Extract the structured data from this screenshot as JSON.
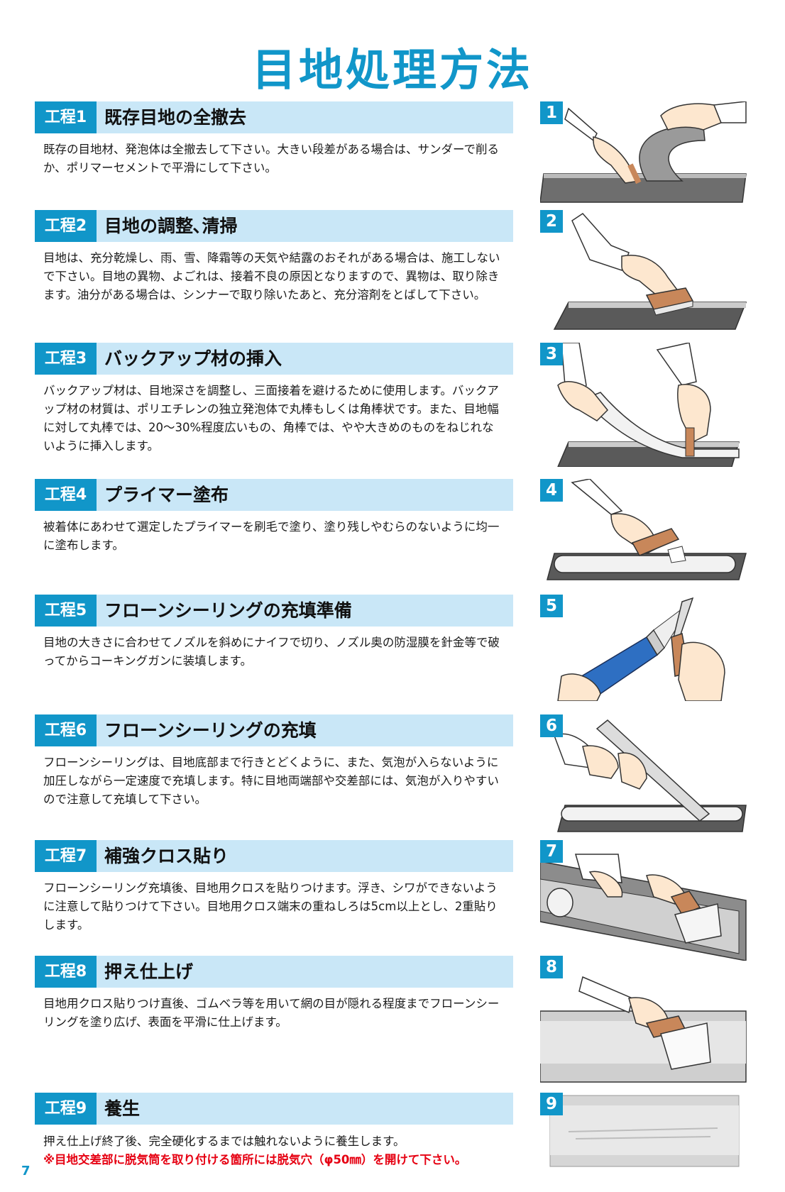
{
  "title": "目地処理方法",
  "page_number": "7",
  "accent_color": "#1196c9",
  "bar_color": "#c9e7f7",
  "warning_color": "#e60012",
  "steps": [
    {
      "label": "工程1",
      "title": "既存目地の全撤去",
      "desc": "既存の目地材、発泡体は全撤去して下さい。大きい段差がある場合は、サンダーで削るか、ポリマーセメントで平滑にして下さい。",
      "num": "1"
    },
    {
      "label": "工程2",
      "title": "目地の調整､清掃",
      "desc": "目地は、充分乾燥し、雨、雪、降霜等の天気や結露のおそれがある場合は、施工しないで下さい。目地の異物、よごれは、接着不良の原因となりますので、異物は、取り除きます。油分がある場合は、シンナーで取り除いたあと、充分溶剤をとばして下さい。",
      "num": "2"
    },
    {
      "label": "工程3",
      "title": "バックアップ材の挿入",
      "desc": "バックアップ材は、目地深さを調整し、三面接着を避けるために使用します。バックアップ材の材質は、ポリエチレンの独立発泡体で丸棒もしくは角棒状です。また、目地幅に対して丸棒では、20～30%程度広いもの、角棒では、やや大きめのものをねじれないように挿入します。",
      "num": "3"
    },
    {
      "label": "工程4",
      "title": "プライマー塗布",
      "desc": "被着体にあわせて選定したプライマーを刷毛で塗り、塗り残しやむらのないように均一に塗布します。",
      "num": "4"
    },
    {
      "label": "工程5",
      "title": "フローンシーリングの充填準備",
      "desc": "目地の大きさに合わせてノズルを斜めにナイフで切り、ノズル奥の防湿膜を針金等で破ってからコーキングガンに装填します。",
      "num": "5"
    },
    {
      "label": "工程6",
      "title": "フローンシーリングの充填",
      "desc": "フローンシーリングは、目地底部まで行きとどくように、また、気泡が入らないように加圧しながら一定速度で充填します。特に目地両端部や交差部には、気泡が入りやすいので注意して充填して下さい。",
      "num": "6"
    },
    {
      "label": "工程7",
      "title": "補強クロス貼り",
      "desc": "フローンシーリング充填後、目地用クロスを貼りつけます。浮き、シワができないように注意して貼りつけて下さい。目地用クロス端末の重ねしろは5cm以上とし、2重貼りします。",
      "num": "7"
    },
    {
      "label": "工程8",
      "title": "押え仕上げ",
      "desc": "目地用クロス貼りつけ直後、ゴムベラ等を用いて網の目が隠れる程度までフローンシーリングを塗り広げ、表面を平滑に仕上げます。",
      "num": "8"
    },
    {
      "label": "工程9",
      "title": "養生",
      "desc": "押え仕上げ終了後、完全硬化するまでは触れないように養生します。",
      "warning": "※目地交差部に脱気筒を取り付ける箇所には脱気穴（φ50㎜）を開けて下さい。",
      "num": "9"
    }
  ]
}
